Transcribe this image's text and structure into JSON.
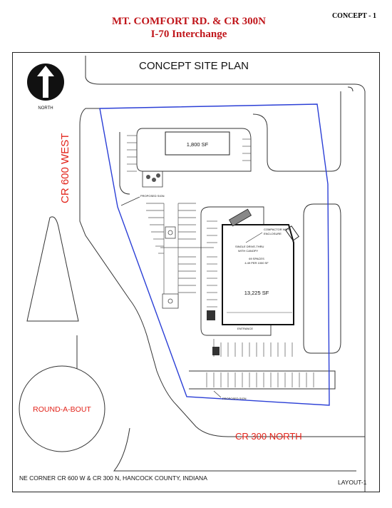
{
  "header": {
    "title_line1": "MT. COMFORT RD. &  CR 300N",
    "title_line2": "I-70 Interchange",
    "concept_tag": "CONCEPT - 1"
  },
  "plan": {
    "title": "CONCEPT SITE PLAN",
    "north_label": "NORTH",
    "road_west": "CR 600 WEST",
    "road_south": "CR 300 NORTH",
    "roundabout": "ROUND-A-BOUT",
    "small_building_area": "1,800 SF",
    "main_building_area": "13,225 SF",
    "compactor_note_1": "COMPACTOR WITH",
    "compactor_note_2": "ENCLOSURE",
    "drive_thru_note_1": "SINGLE DRIVE-THRU",
    "drive_thru_note_2": "WITH CANOPY",
    "parking_note_1": "69 SPACES",
    "parking_note_2": "4.49 PER 1000 SF",
    "entrance_label": "ENTRANCE",
    "sign_label_1": "PROPOSED SIGN",
    "sign_label_2": "PROPOSED SIGN"
  },
  "footer": {
    "location": "NE CORNER CR 600 W & CR 300 N, HANCOCK COUNTY, INDIANA",
    "layout": "LAYOUT-1"
  },
  "colors": {
    "title_red": "#c0161b",
    "road_label_red": "#e2231a",
    "property_line_blue": "#2b3fd6"
  }
}
